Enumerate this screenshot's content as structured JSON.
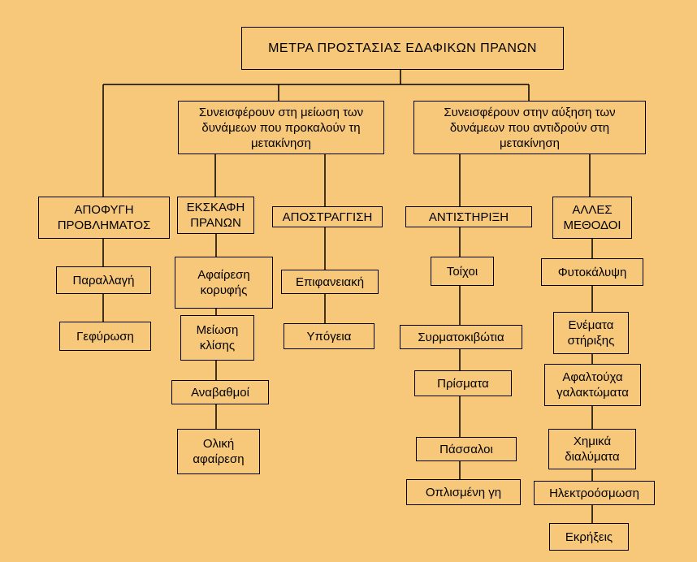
{
  "diagram": {
    "title": "ΜΕΤΡΑ ΠΡΟΣΤΑΣΙΑΣ ΕΔΑΦΙΚΩΝ ΠΡΑΝΩΝ",
    "reduce_forces": "Συνεισφέρουν στη μείωση των\nδυνάμεων που προκαλούν τη\nμετακίνηση",
    "increase_forces": "Συνεισφέρουν στην αύξηση των\nδυνάμεων που αντιδρούν στη\nμετακίνηση",
    "categories": {
      "avoid": "ΑΠΟΦΥΓΗ\nΠΡΟΒΛΗΜΑΤΟΣ",
      "excavation": "ΕΚΣΚΑΦΗ\nΠΡΑΝΩΝ",
      "drainage": "ΑΠΟΣΤΡΑΓΓΙΣΗ",
      "support": "ΑΝΤΙΣΤΗΡΙΞΗ",
      "other": "ΑΛΛΕΣ\nΜΕΘΟΔΟΙ"
    },
    "avoid_items": [
      "Παραλλαγή",
      "Γεφύρωση"
    ],
    "excavation_items": [
      "Αφαίρεση\nκορυφής",
      "Μείωση\nκλίσης",
      "Αναβαθμοί",
      "Ολική\nαφαίρεση"
    ],
    "drainage_items": [
      "Επιφανειακή",
      "Υπόγεια"
    ],
    "support_items": [
      "Τοίχοι",
      "Συρματοκιβώτια",
      "Πρίσματα",
      "Πάσσαλοι",
      "Οπλισμένη γη"
    ],
    "other_items": [
      "Φυτοκάλυψη",
      "Ενέματα\nστήριξης",
      "Αφαλτούχα\nγαλακτώματα",
      "Χημικά\nδιαλύματα",
      "Ηλεκτροόσμωση",
      "Εκρήξεις"
    ]
  }
}
